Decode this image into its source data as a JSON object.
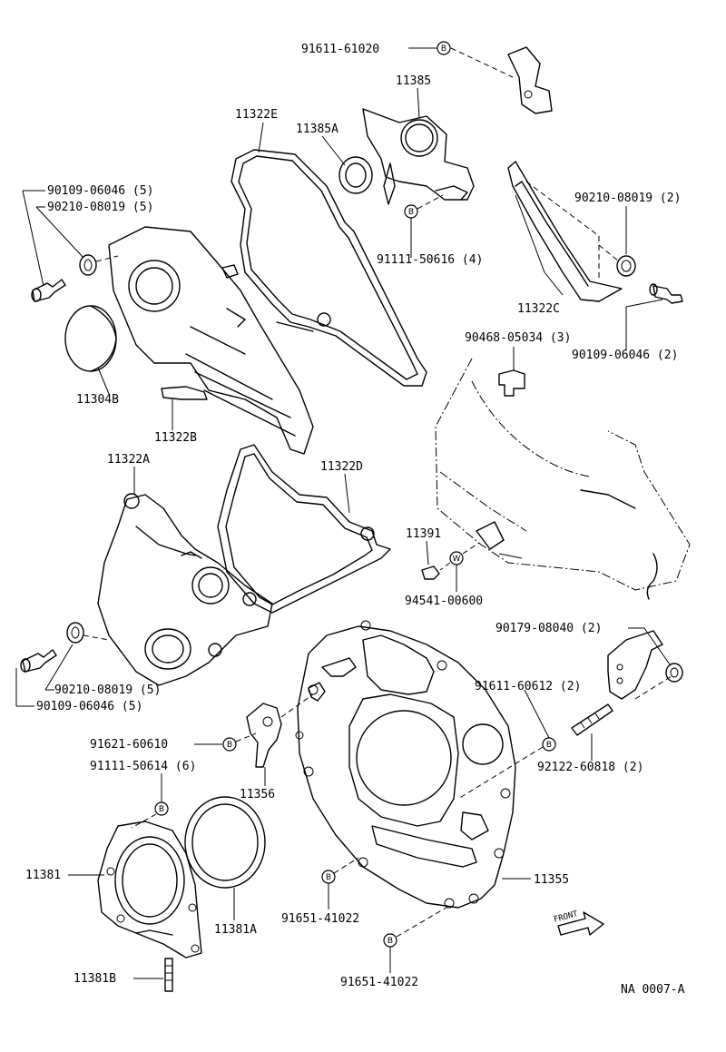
{
  "labels": {
    "p91611_61020": "91611-61020",
    "p11385": "11385",
    "p11322E": "11322E",
    "p11385A": "11385A",
    "p90109_06046_5_top": "90109-06046 (5)",
    "p90210_08019_5_top": "90210-08019 (5)",
    "p91111_50616": "91111-50616 (4)",
    "p90210_08019_2": "90210-08019 (2)",
    "p11322C": "11322C",
    "p90468_05034": "90468-05034 (3)",
    "p90109_06046_2": "90109-06046 (2)",
    "p11304B": "11304B",
    "p11322B": "11322B",
    "p11322A": "11322A",
    "p11322D": "11322D",
    "p11391": "11391",
    "p94541_00600": "94541-00600",
    "p90179_08040": "90179-08040 (2)",
    "p90210_08019_5_bot": "90210-08019 (5)",
    "p90109_06046_5_bot": "90109-06046 (5)",
    "p91611_60612": "91611-60612 (2)",
    "p91621_60610": "91621-60610",
    "p92122_60818": "92122-60818 (2)",
    "p91111_50614": "91111-50614 (6)",
    "p11356": "11356",
    "p11381": "11381",
    "p11355": "11355",
    "p11381A": "11381A",
    "p91651_41022_a": "91651-41022",
    "p91651_41022_b": "91651-41022",
    "p11381B": "11381B",
    "front": "FRONT",
    "ref": "NA 0007-A"
  },
  "badges": {
    "bolt": "B",
    "washer": "W"
  }
}
